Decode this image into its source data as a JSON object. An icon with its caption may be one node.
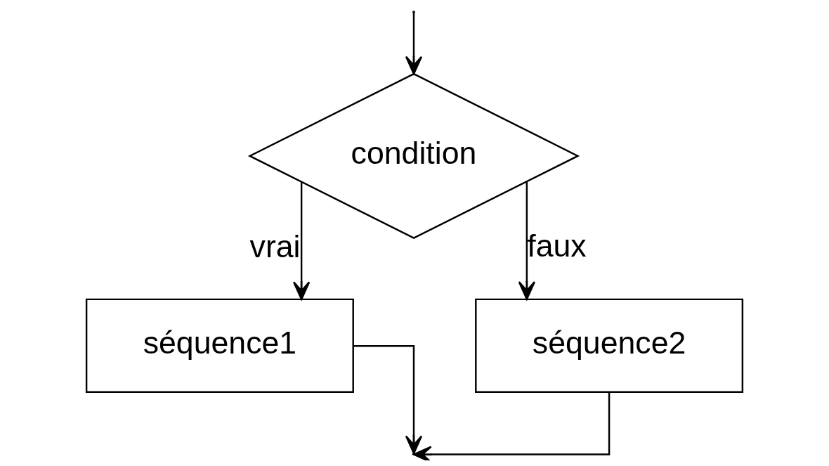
{
  "diagram": {
    "nodes": [
      {
        "text": [
          "condition"
        ]
      },
      {
        "text": [
          "séquence1"
        ]
      },
      {
        "text": [
          "séquence2"
        ]
      }
    ],
    "edges": [
      {
        "from": null,
        "to": 0,
        "arrow": "to"
      },
      {
        "from": 0,
        "to": 1,
        "label": "vrai",
        "arrow": "to"
      },
      {
        "from": 0,
        "to": 2,
        "label": "faux",
        "arrow": "to"
      },
      {
        "from": 1,
        "to": null,
        "arrow": "to"
      },
      {
        "from": 2,
        "to": null,
        "arrow": "to"
      }
    ]
  }
}
